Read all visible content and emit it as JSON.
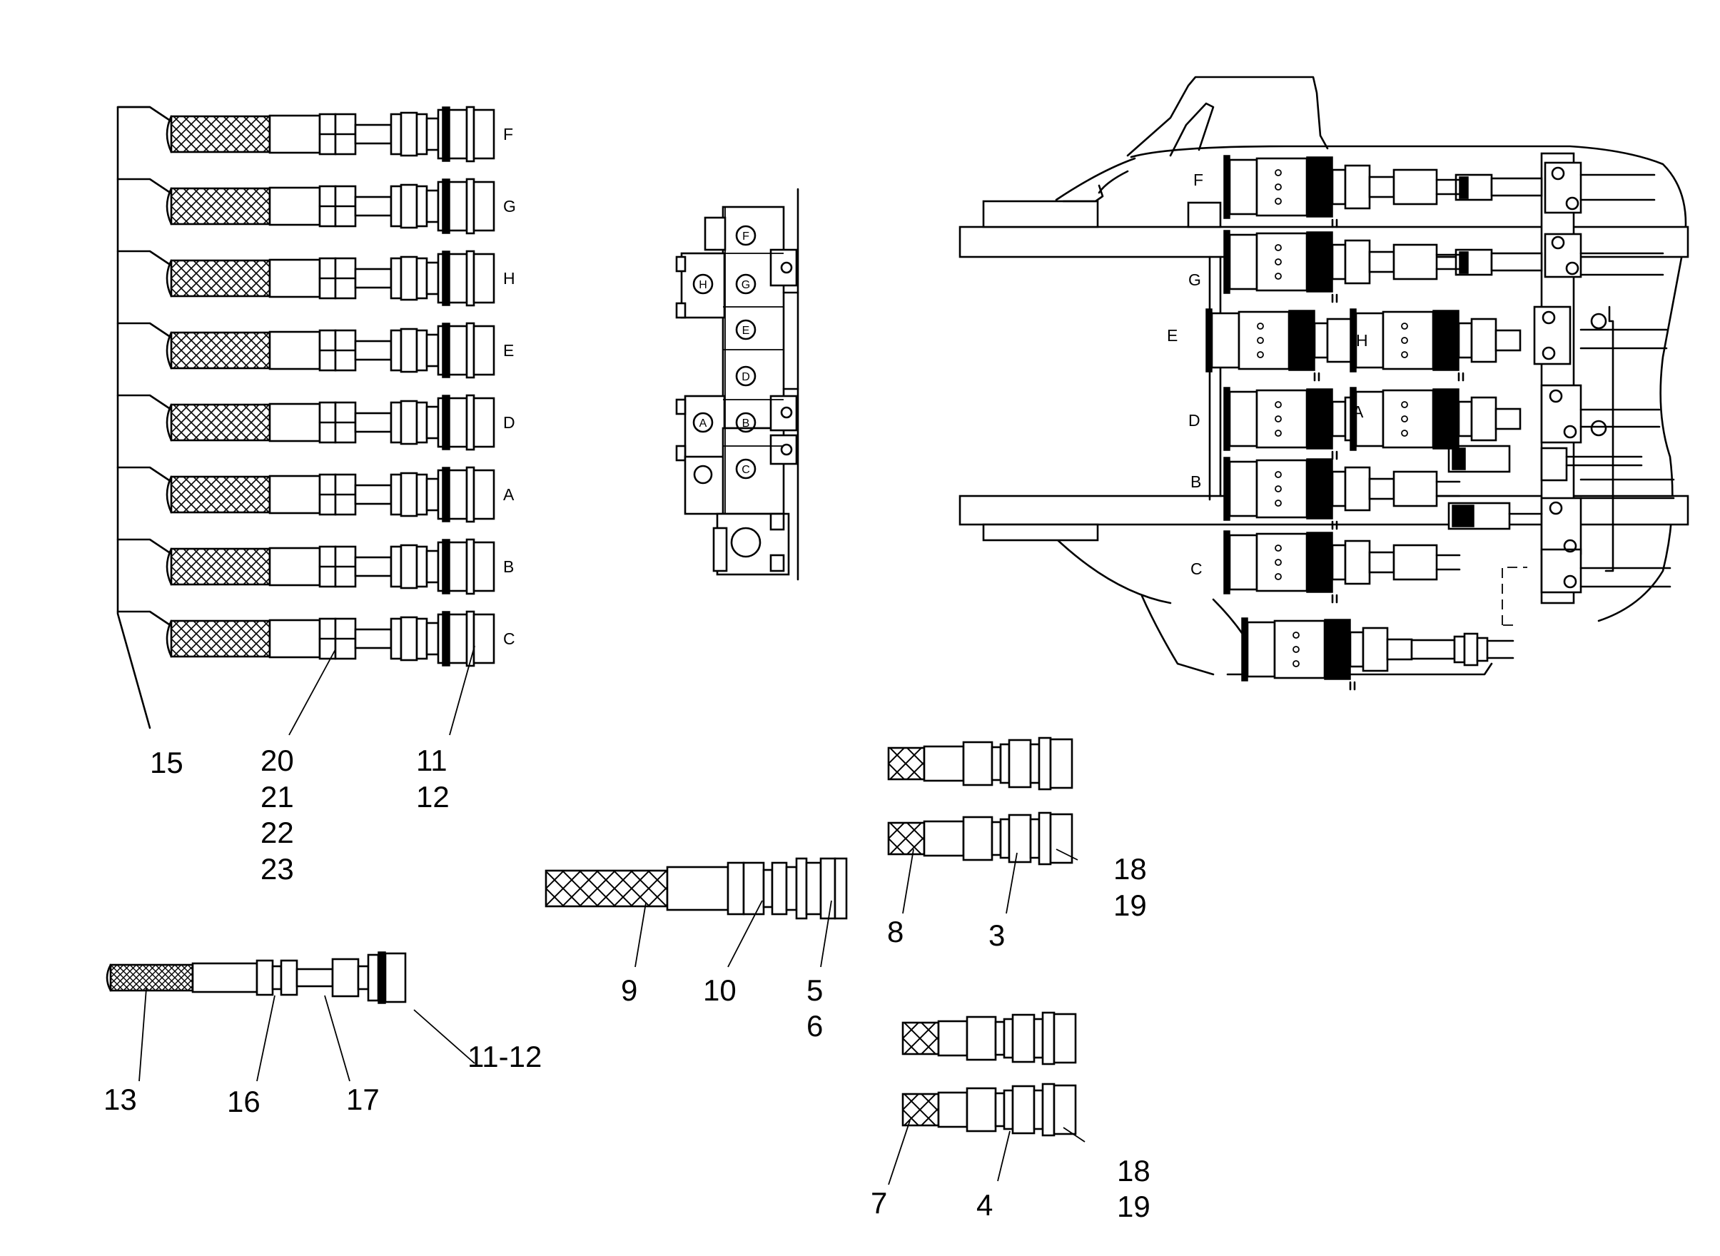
{
  "diagram": {
    "hose_rows": [
      {
        "letter": "F"
      },
      {
        "letter": "G"
      },
      {
        "letter": "H"
      },
      {
        "letter": "E"
      },
      {
        "letter": "D"
      },
      {
        "letter": "A"
      },
      {
        "letter": "B"
      },
      {
        "letter": "C"
      }
    ],
    "manifold_ports": [
      "F",
      "H",
      "G",
      "E",
      "D",
      "A",
      "B",
      "C"
    ],
    "machine_ports": [
      "F",
      "G",
      "E",
      "H",
      "D",
      "A",
      "B",
      "C"
    ],
    "callouts": {
      "c15": "15",
      "c20": "20",
      "c21": "21",
      "c22": "22",
      "c23": "23",
      "c11": "11",
      "c12": "12",
      "c13": "13",
      "c16": "16",
      "c17": "17",
      "c1112": "11-12",
      "c9": "9",
      "c10": "10",
      "c5": "5",
      "c6": "6",
      "c8": "8",
      "c3": "3",
      "c18a": "18",
      "c19a": "19",
      "c7": "7",
      "c4": "4",
      "c18b": "18",
      "c19b": "19"
    }
  }
}
